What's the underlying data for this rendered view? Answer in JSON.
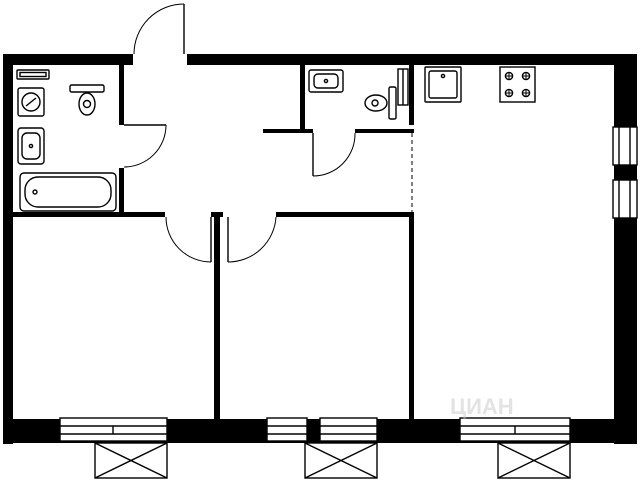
{
  "plan": {
    "rooms": [
      "bathroom",
      "toilet",
      "hallway",
      "bedroom-left",
      "bedroom-middle",
      "kitchen-living"
    ],
    "wall_color": "#000000",
    "background_color": "#ffffff",
    "icons": [
      "bathtub-icon",
      "washbasin-icon",
      "toilet-icon",
      "washing-machine-icon",
      "stove-icon",
      "kitchen-sink-icon",
      "door-swing-icon",
      "window-icon",
      "balcony-icon"
    ]
  },
  "watermark": {
    "brand": "ЦИАН"
  }
}
